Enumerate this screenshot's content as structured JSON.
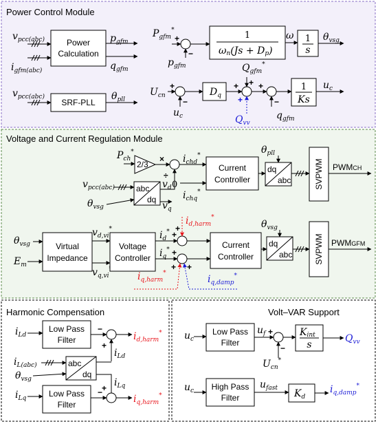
{
  "sections": {
    "power": "Power Control Module",
    "vc": "Voltage and Current Regulation Module",
    "harm": "Harmonic Compensation",
    "volt": "Volt–VAR Support"
  },
  "blocks": {
    "power_calc_1": "Power",
    "power_calc_2": "Calculation",
    "srf_pll": "SRF-PLL",
    "int": "1",
    "int_den": "s",
    "swing_num": "1",
    "dq_gain": "D",
    "q_int_num": "1",
    "q_int_den": "Ks",
    "gain_23": "2/3",
    "abc": "abc",
    "dq": "dq",
    "current_ctrl_1": "Current",
    "current_ctrl_2": "Controller",
    "svpwm": "SVPWM",
    "virtual_imp_1": "Virtual",
    "virtual_imp_2": "Impedance",
    "voltage_ctrl_1": "Voltage",
    "voltage_ctrl_2": "Controller",
    "lpf_1": "Low Pass",
    "lpf_2": "Filter",
    "hpf_1": "High Pass",
    "hpf_2": "Filter",
    "kint_num": "K",
    "kint_den": "s"
  },
  "labels": {
    "pwm_ch": "PWM",
    "pwm_gfm": "PWM",
    "zero": "0"
  }
}
